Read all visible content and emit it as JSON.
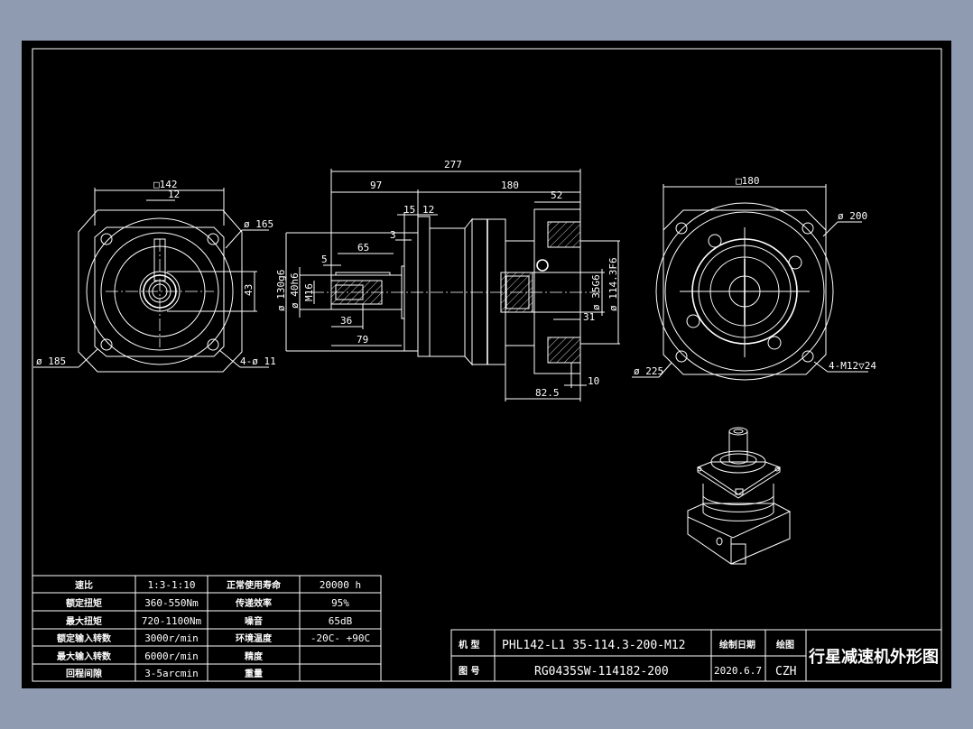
{
  "drawing_title": "行星减速机外形图",
  "front_view": {
    "square": "□142",
    "key_width": "12",
    "pcd": "ø 165",
    "outer_dia": "ø 185",
    "holes": "4-ø 11",
    "key_height": "43"
  },
  "side_view": {
    "total_length": "277",
    "input_length": "97",
    "body_length": "180",
    "flange_len": "52",
    "d15": "15",
    "d12": "12",
    "d3": "3",
    "d65": "65",
    "d5": "5",
    "pilot": "ø 130g6",
    "shaft_dia": "ø 40h6",
    "thread": "M16",
    "d36": "36",
    "d79": "79",
    "bore": "ø 35G6",
    "spigot": "ø 114.3F6",
    "d31": "31",
    "d10": "10",
    "d82_5": "82.5"
  },
  "rear_view": {
    "square": "□180",
    "pcd": "ø 200",
    "outer_dia": "ø 225",
    "holes": "4-M12▽24"
  },
  "spec_table": [
    [
      "速比",
      "1:3-1:10",
      "正常使用寿命",
      "20000 h"
    ],
    [
      "额定扭矩",
      "360-550Nm",
      "传递效率",
      "95%"
    ],
    [
      "最大扭矩",
      "720-1100Nm",
      "噪音",
      "65dB"
    ],
    [
      "额定输入转数",
      "3000r/min",
      "环境温度",
      "-20C- +90C"
    ],
    [
      "最大输入转数",
      "6000r/min",
      "精度",
      ""
    ],
    [
      "回程间隙",
      "3-5arcmin",
      "重量",
      ""
    ]
  ],
  "title_block": {
    "model_label": "机 型",
    "model_value": "PHL142-L1 35-114.3-200-M12",
    "drawing_no_label": "图 号",
    "drawing_no_value": "RG0435SW-114182-200",
    "date_label": "绘制日期",
    "date_value": "2020.6.7",
    "drawer_label": "绘图",
    "drawer_value": "CZH"
  }
}
